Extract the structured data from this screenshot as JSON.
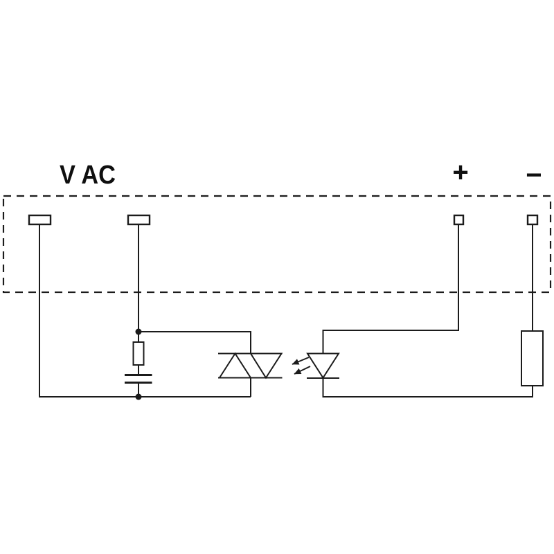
{
  "colors": {
    "line": "#1b1b1b",
    "text": "#0f0f0f",
    "background": "#ffffff"
  },
  "labels": {
    "ac_voltage": "V AC",
    "dc_plus": "+",
    "dc_minus": "−"
  },
  "components": {
    "terminal_block": "dashed terminal block outline",
    "ac_terminal_1": "AC output terminal",
    "ac_terminal_2": "AC output terminal",
    "dc_terminal_plus": "DC control plus terminal",
    "dc_terminal_minus": "DC control minus terminal",
    "snubber_resistor": "snubber resistor",
    "snubber_capacitor": "snubber capacitor",
    "triac": "triac output switch",
    "led": "optocoupler LED",
    "light_arrows": "optical coupling arrows",
    "input_resistor": "input series resistor"
  }
}
